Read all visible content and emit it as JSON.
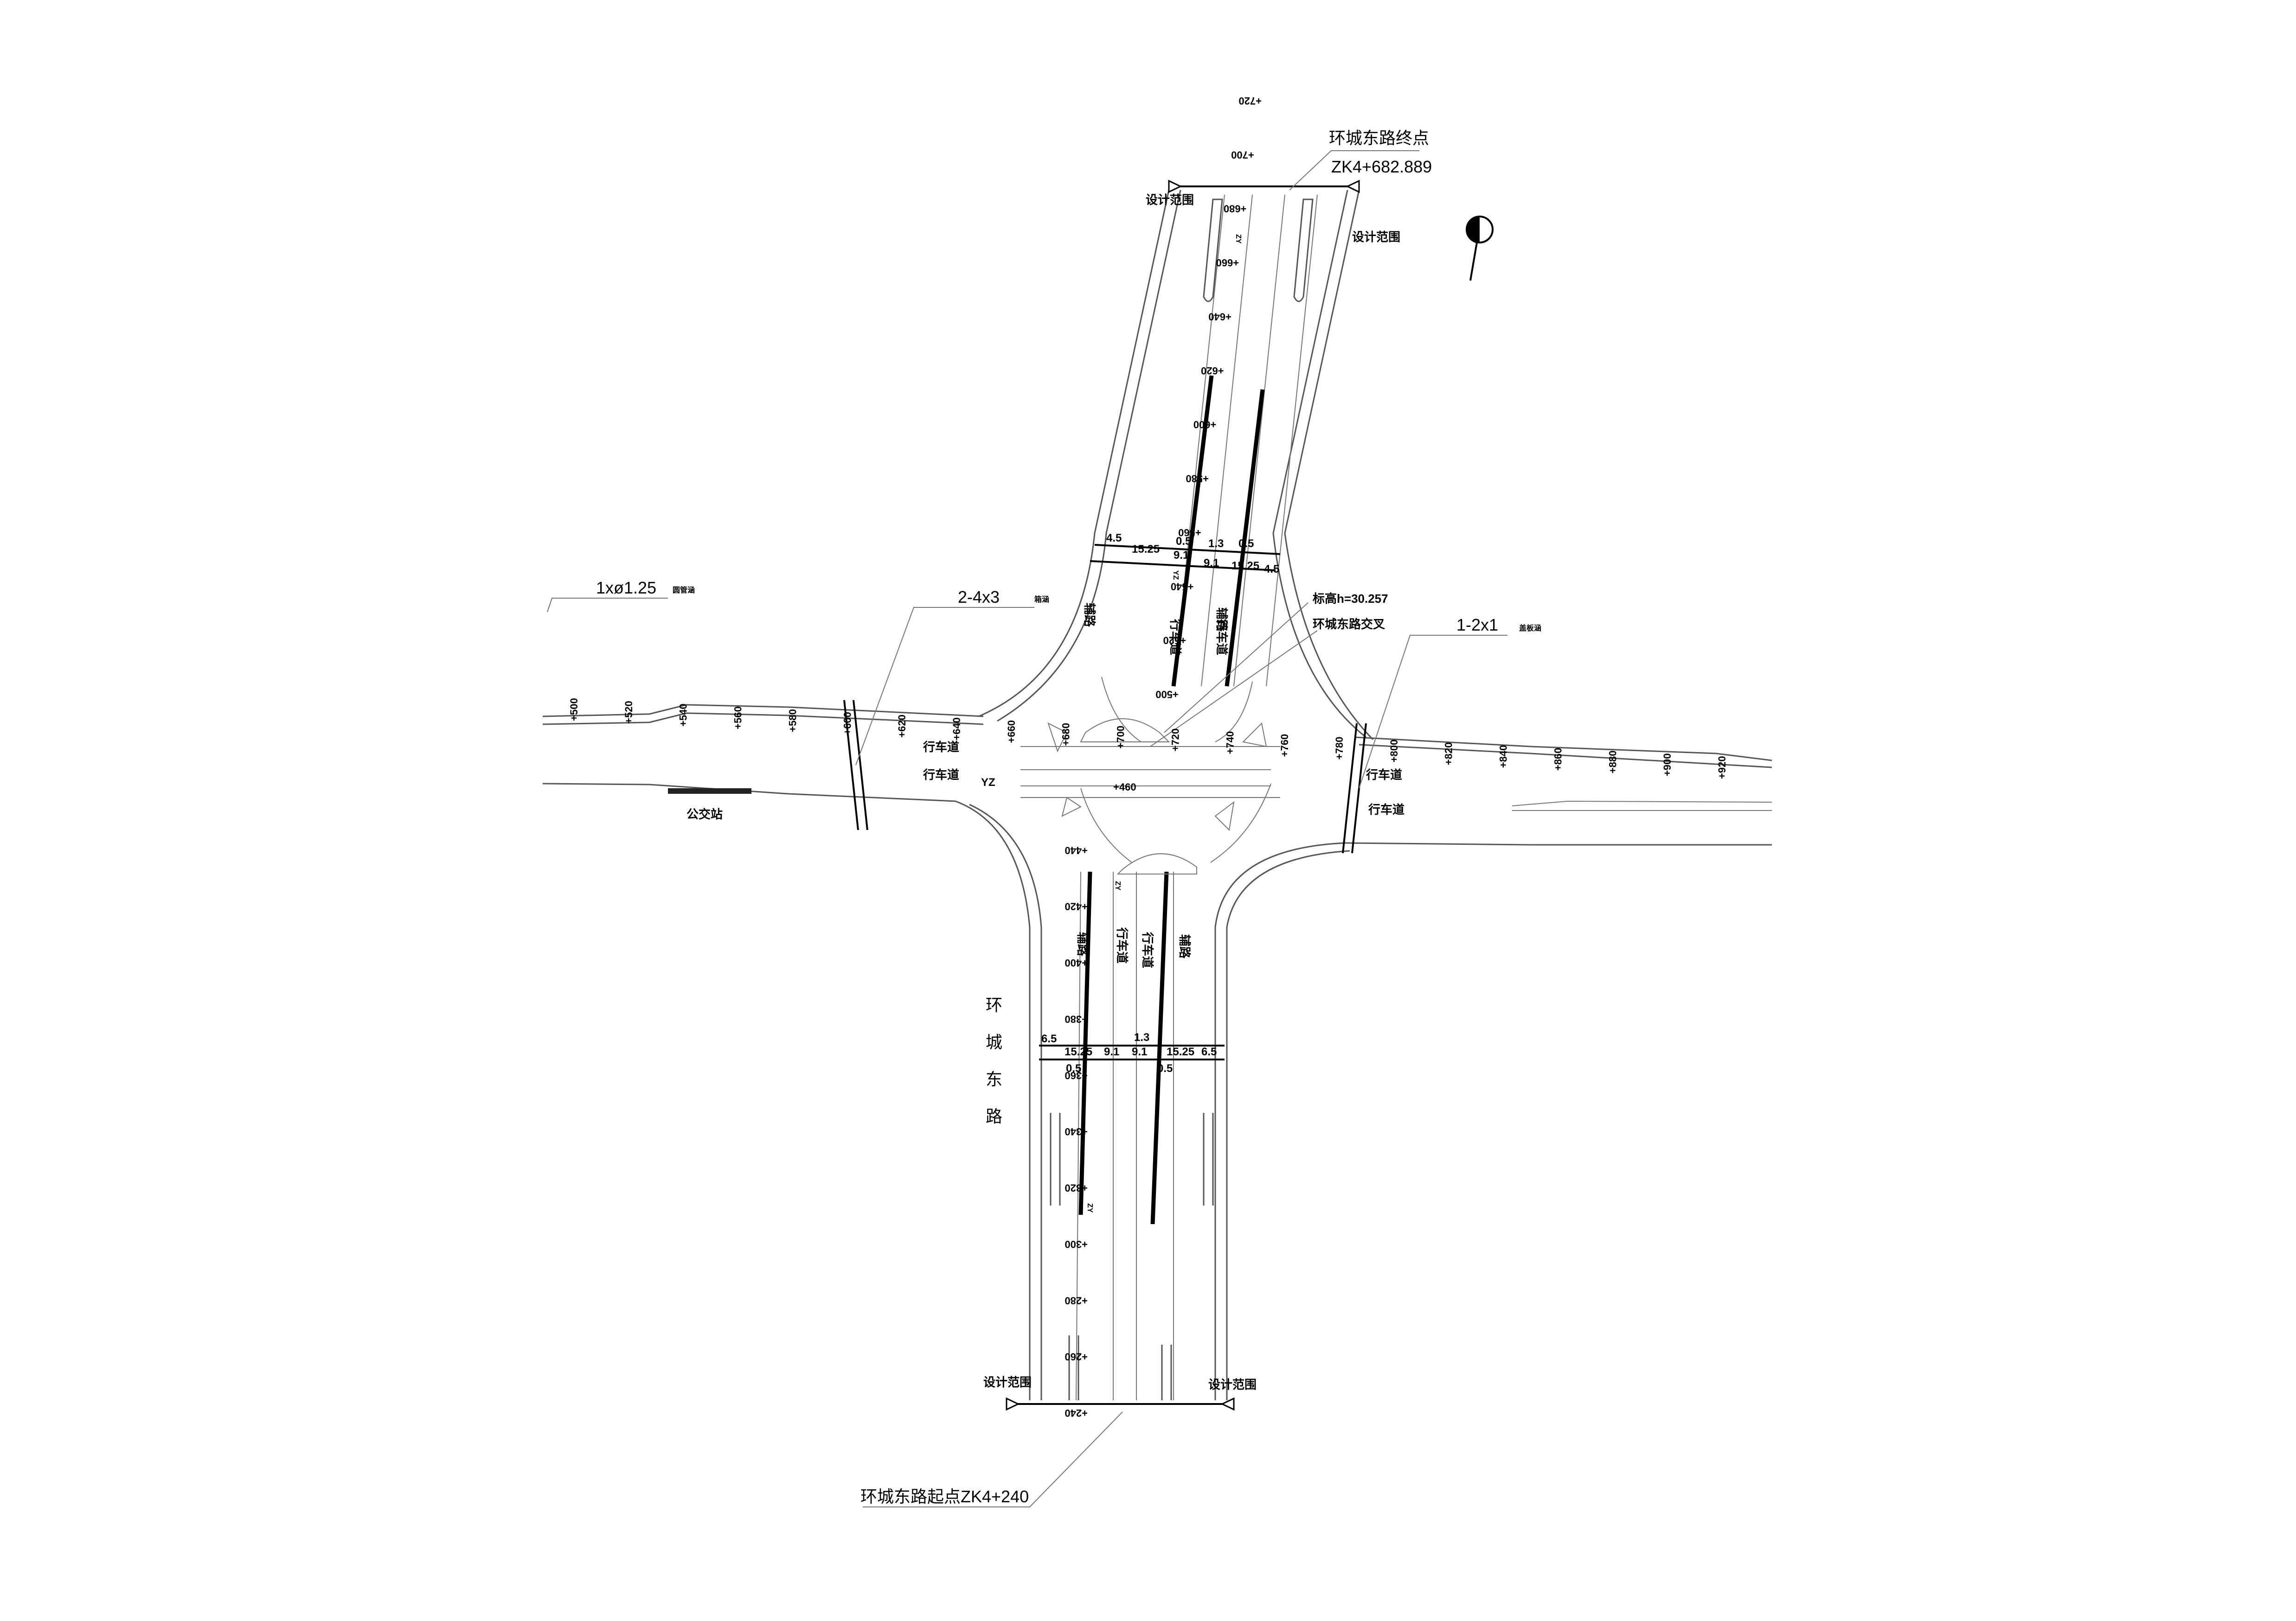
{
  "labels": {
    "end_point_title": "环城东路终点",
    "end_point_station": "ZK4+682.889",
    "start_point": "环城东路起点ZK4+240",
    "elevation": "标高h=30.257",
    "intersection": "环城东路交叉",
    "culvert_west": "1xø1.25",
    "culvert_west_type": "圆管涵",
    "culvert_mid": "2-4x3",
    "culvert_mid_type": "箱涵",
    "culvert_east": "1-2x1",
    "culvert_east_type": "盖板涵",
    "bus_stop": "公交站",
    "design_scope": "设计范围",
    "carriageway": "行车道",
    "auxiliary_road": "辅路",
    "road_name_vertical": [
      "环",
      "城",
      "东",
      "路"
    ],
    "yz": "YZ",
    "zy": "ZY"
  },
  "stations": {
    "main_road": [
      "+500",
      "+520",
      "+540",
      "+560",
      "+580",
      "+600",
      "+620",
      "+640",
      "+660",
      "+680",
      "+700",
      "+720",
      "+740",
      "+760",
      "+780",
      "+800",
      "+820",
      "+840",
      "+860",
      "+880",
      "+900",
      "+920"
    ],
    "north_branch": [
      "+720",
      "+700",
      "+680",
      "+660",
      "+640",
      "+620",
      "+600",
      "+580",
      "+560",
      "+540",
      "+520",
      "+500"
    ],
    "south_branch": [
      "+460",
      "+440",
      "+420",
      "+400",
      "+380",
      "+360",
      "+340",
      "+320",
      "+300",
      "+280",
      "+260",
      "+240"
    ]
  },
  "dimensions": {
    "north_top": [
      "4.5",
      "15.25",
      "9.1",
      "1.3",
      "0.5",
      "0.5"
    ],
    "north_bottom": [
      "9.1",
      "15.25",
      "4.5"
    ],
    "south_top": [
      "6.5",
      "15.25",
      "9.1",
      "9.1",
      "15.25",
      "6.5",
      "1.3"
    ],
    "south_bottom": [
      "0.5",
      "0.5"
    ]
  },
  "icons": {
    "north_arrow": "north-arrow-icon",
    "scope_arrow": "design-scope-arrow-icon"
  }
}
